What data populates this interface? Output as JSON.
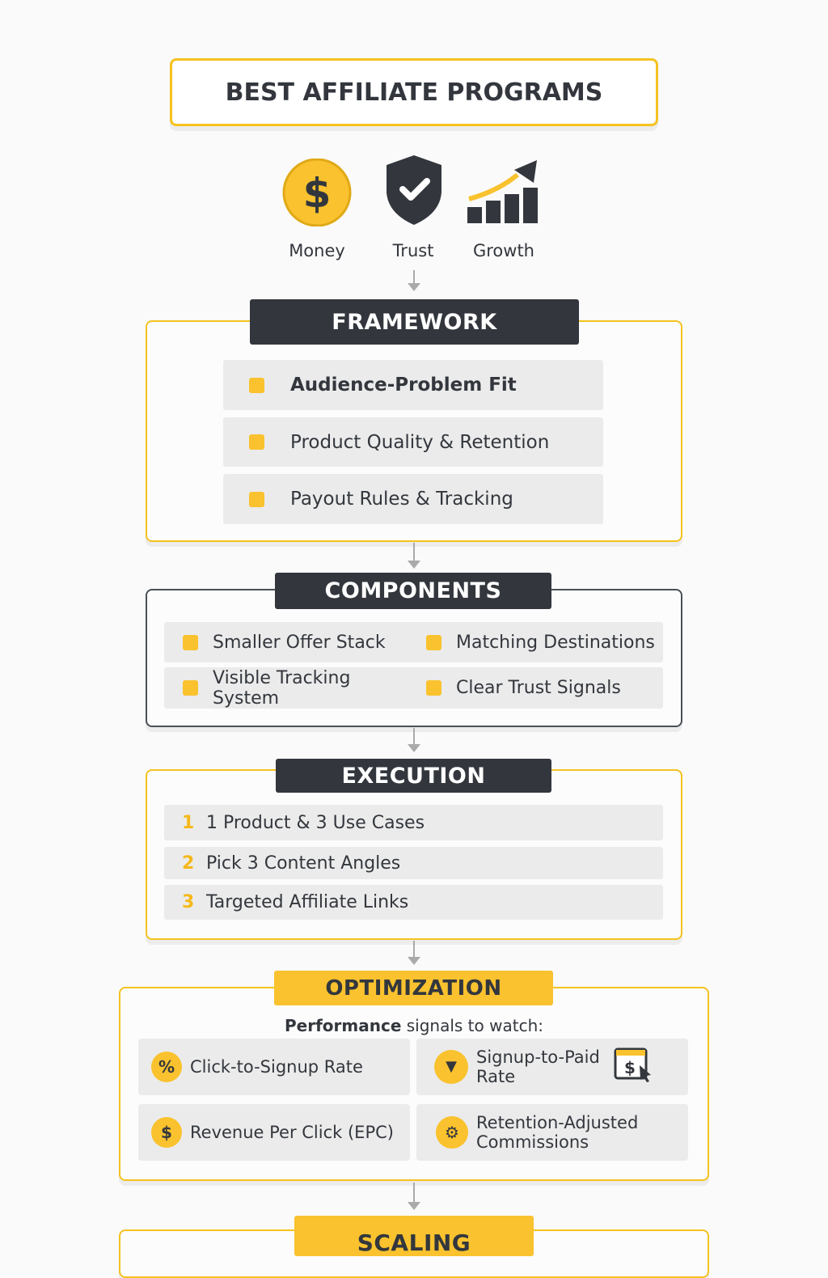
{
  "title": "BEST AFFILIATE PROGRAMS",
  "icons": [
    {
      "label": "Money",
      "icon": "dollar-coin-icon"
    },
    {
      "label": "Trust",
      "icon": "shield-check-icon"
    },
    {
      "label": "Growth",
      "icon": "growth-chart-icon"
    }
  ],
  "framework": {
    "title": "FRAMEWORK",
    "items": [
      "Audience-Problem Fit",
      "Product Quality & Retention",
      "Payout Rules & Tracking"
    ]
  },
  "components": {
    "title": "COMPONENTS",
    "items": [
      "Smaller Offer Stack",
      "Matching Destinations",
      "Visible Tracking System",
      "Clear Trust Signals"
    ]
  },
  "execution": {
    "title": "EXECUTION",
    "items": [
      {
        "n": "1",
        "text": "1 Product & 3 Use Cases"
      },
      {
        "n": "2",
        "text": "Pick 3 Content Angles"
      },
      {
        "n": "3",
        "text": "Targeted Affiliate Links"
      }
    ]
  },
  "optimization": {
    "title": "OPTIMIZATION",
    "subtitle_bold": "Performance",
    "subtitle_rest": " signals to watch:",
    "cards": [
      {
        "glyph": "%",
        "text": "Click-to-Signup Rate"
      },
      {
        "glyph": "▼",
        "text": "Signup-to-Paid Rate"
      },
      {
        "glyph": "$",
        "text": "Revenue Per Click (EPC)"
      },
      {
        "glyph": "⚙",
        "text": "Retention-Adjusted Commissions"
      }
    ]
  },
  "scaling": {
    "title": "SCALING"
  },
  "colors": {
    "accent": "#f9c22e",
    "dark": "#33373d"
  }
}
